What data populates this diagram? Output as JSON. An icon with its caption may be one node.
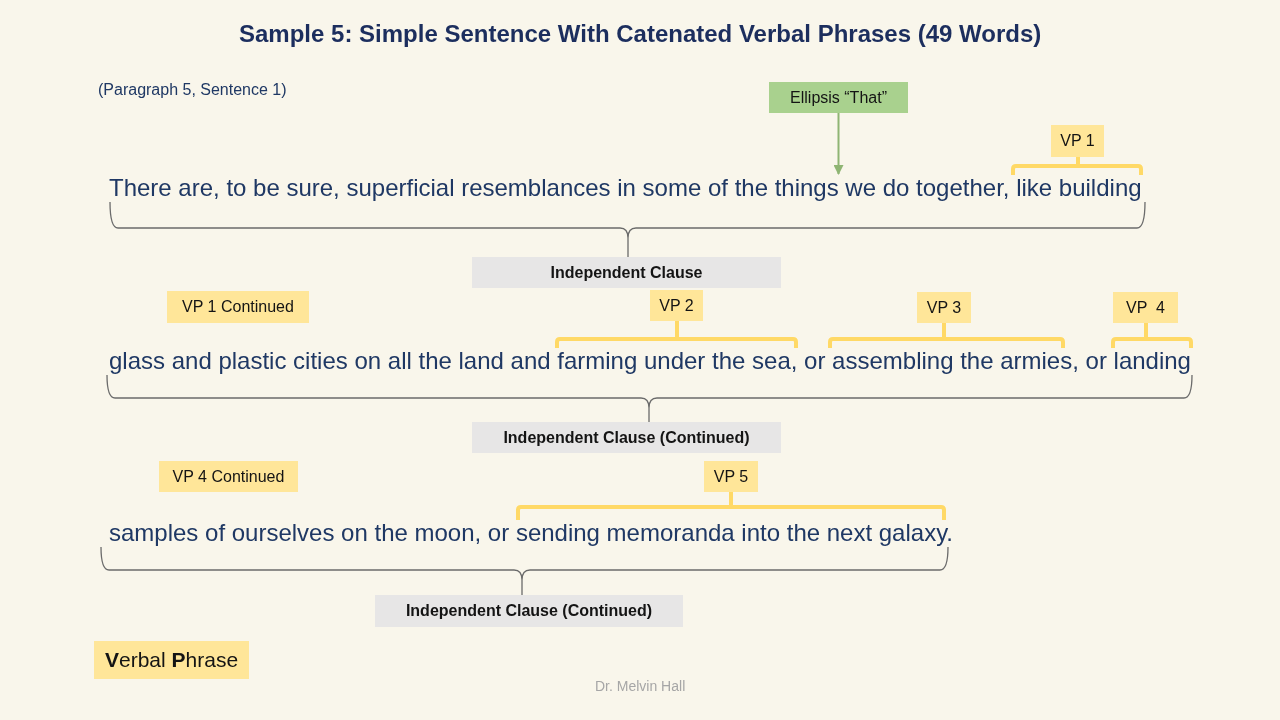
{
  "diagram": {
    "title": "Sample 5: Simple Sentence With Catenated Verbal Phrases (49 Words)",
    "nodes": [
      {
        "text": [
          "Ellipsis “That”"
        ]
      },
      {
        "text": [
          "VP 1"
        ]
      },
      {
        "text": [
          "There are, to be sure, superficial resemblances in some of the things we do together, like building"
        ]
      },
      {
        "text": [
          "Independent Clause"
        ]
      },
      {
        "text": [
          "VP 1 Continued"
        ]
      },
      {
        "text": [
          "VP 2"
        ]
      },
      {
        "text": [
          "VP 3"
        ]
      },
      {
        "text": [
          "VP  4"
        ]
      },
      {
        "text": [
          "Independent Clause (Continued)"
        ]
      },
      {
        "text": [
          "VP 4 Continued"
        ]
      },
      {
        "text": [
          "VP 5"
        ]
      },
      {
        "text": [
          "Independent Clause (Continued)"
        ]
      }
    ],
    "edges": [
      {
        "from": 0,
        "to": 2,
        "arrow": "to",
        "color": "#8fb573"
      }
    ],
    "labels": [
      "(Paragraph 5, Sentence 1)",
      "glass and plastic cities on all the land and farming under the sea, or assembling the armies, or landing",
      "samples of ourselves on the moon, or sending memoranda into the next galaxy.",
      "Dr. Melvin Hall"
    ],
    "legend": [
      {
        "text": "**V**erbal **P**hrase",
        "color": "#ffe699"
      }
    ]
  }
}
